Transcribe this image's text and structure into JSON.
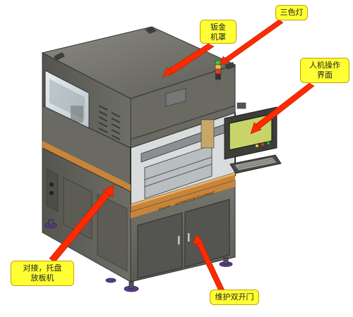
{
  "callouts": {
    "sheet_metal": {
      "line1": "钣金",
      "line2": "机罩"
    },
    "tri_light": {
      "text": "三色灯"
    },
    "hmi": {
      "line1": "人机操作",
      "line2": "界面"
    },
    "docking": {
      "line1": "对接，托盘",
      "line2": "放板机"
    },
    "doors": {
      "text": "维护双开门"
    }
  },
  "machine": {
    "stripe_text": "ZHUHAI ... AUTOMATION EQUIPMENT"
  },
  "colors": {
    "callout_fill": "#ffff33",
    "arrow_fill": "#ff2a00",
    "cabinet_gray": "#6e6e66",
    "orange_stripe": "#c8853a",
    "screen": "#c8d46a",
    "feet": "#5a3d8a"
  }
}
